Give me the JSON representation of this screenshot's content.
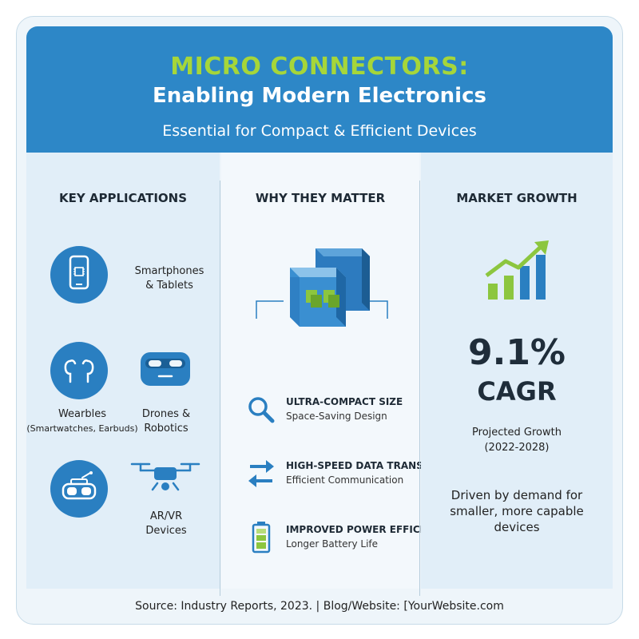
{
  "header": {
    "title": "MICRO CONNECTORS:",
    "subtitle": "Enabling Modern Electronics",
    "tagline": "Essential for Compact & Efficient Devices"
  },
  "applications": {
    "heading": "KEY APPLICATIONS",
    "items": [
      {
        "label_1": "Smartphones",
        "label_2": "& Tablets",
        "icon": "smartphone-icon"
      },
      {
        "label_1": "Wearbles",
        "label_2": "(Smartwatches, Earbuds)",
        "icon": "earbuds-icon"
      },
      {
        "label_1": "Drones &",
        "label_2": "Robotics",
        "icon": "earbuds-case-icon"
      },
      {
        "label_1": "AR/VR",
        "label_2": "Devices",
        "icon": "vr-headset-icon"
      }
    ]
  },
  "why": {
    "heading": "WHY THEY MATTER",
    "items": [
      {
        "title": "ULTRA-COMPACT SIZE",
        "subtitle": "Space-Saving Design",
        "icon": "magnifier-icon"
      },
      {
        "title": "HIGH-SPEED DATA TRANSFER",
        "subtitle": "Efficient Communication",
        "icon": "transfer-arrows-icon"
      },
      {
        "title": "IMPROVED POWER EFFICIENCY",
        "subtitle": "Longer Battery Life",
        "icon": "battery-icon"
      }
    ]
  },
  "growth": {
    "heading": "MARKET GROWTH",
    "value": "9.1%",
    "unit": "CAGR",
    "label": "Projected Growth",
    "period": "(2022-2028)",
    "driver_1": "Driven by demand for",
    "driver_2": "smaller, more capable",
    "driver_3": "devices"
  },
  "footer": {
    "source": "Source: Industry Reports, 2023. | Blog/Website: [YourWebsite.com"
  },
  "colors": {
    "header_blue": "#2d87c7",
    "accent_green": "#a6d63a",
    "icon_blue": "#2a7fc1"
  }
}
